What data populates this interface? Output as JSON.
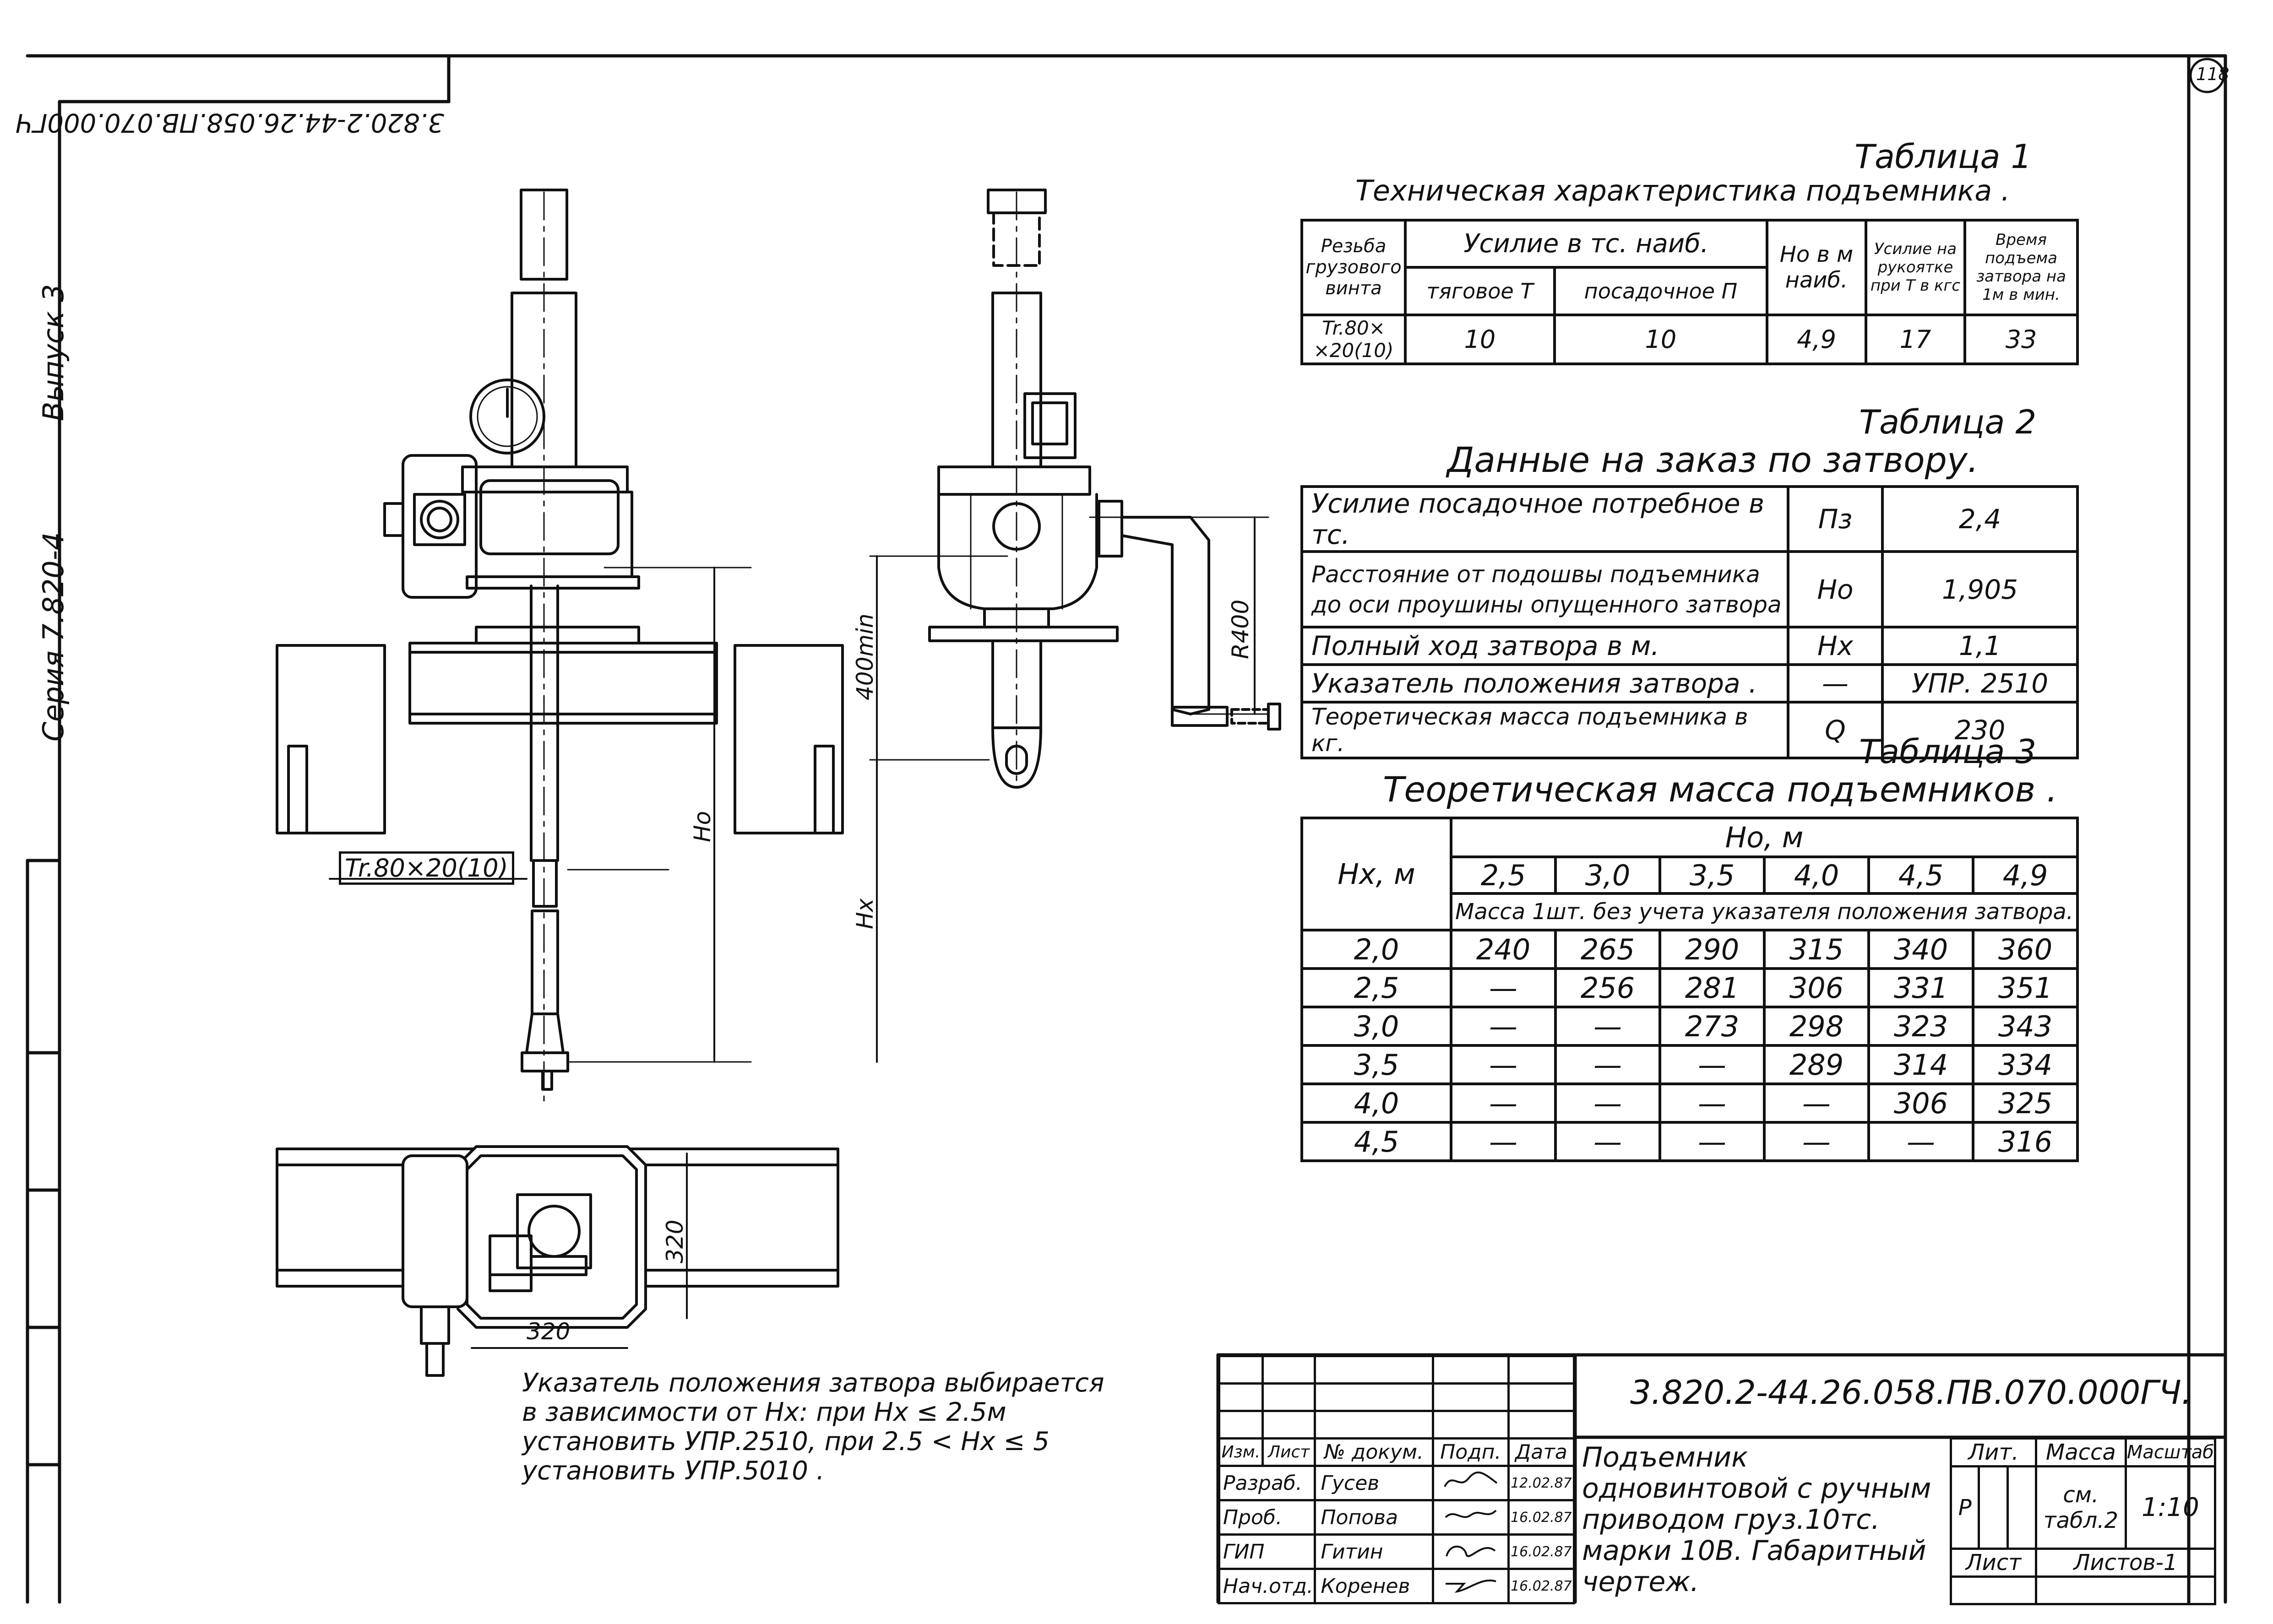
{
  "sheet_number": "118",
  "doc_code_top": "3.820.2-44.26.058.ПВ.070.000ГЧ",
  "margin": {
    "series": "Серия 7.820-4",
    "issue": "Выпуск 3"
  },
  "drawing": {
    "dim_400min": "400min",
    "dim_r400": "R400",
    "dim_ho": "Но",
    "dim_hx": "Нх",
    "thread": "Tr.80×20(10)",
    "dim_320_h": "320",
    "dim_320_v": "320"
  },
  "note": "Указатель положения затвора выбирается в зависимости от Нх: при Нх ≤ 2.5м установить УПР.2510, при 2.5 < Нх ≤ 5 установить УПР.5010 .",
  "table1": {
    "caption": "Таблица 1",
    "title": "Техническая характеристика подъемника .",
    "h_thread": "Резьба грузового винта",
    "h_force": "Усилие в тс. наиб.",
    "h_traction": "тяговое Т",
    "h_landing": "посадочное П",
    "h_ho": "Но в м наиб.",
    "h_handle": "Усилие на рукоятке при Т в кгс",
    "h_time": "Время подъема затвора на 1м в мин.",
    "row": [
      "Tr.80× ×20(10)",
      "10",
      "10",
      "4,9",
      "17",
      "33"
    ]
  },
  "table2": {
    "caption": "Таблица 2",
    "title": "Данные на заказ по затвору.",
    "rows": [
      {
        "label": "Усилие посадочное потребное в тс.",
        "symbol": "Пз",
        "value": "2,4"
      },
      {
        "label": "Расстояние от подошвы подъемника до оси проушины опущенного затвора",
        "symbol": "Но",
        "value": "1,905"
      },
      {
        "label": "Полный ход затвора в м.",
        "symbol": "Нх",
        "value": "1,1"
      },
      {
        "label": "Указатель положения затвора .",
        "symbol": "—",
        "value": "УПР. 2510"
      },
      {
        "label": "Теоретическая масса подъемника в кг.",
        "symbol": "Q",
        "value": "230"
      }
    ]
  },
  "table3": {
    "caption": "Таблица 3",
    "title": "Теоретическая масса подъемников .",
    "h_hx": "Нх, м",
    "h_ho": "Но, м",
    "ho_values": [
      "2,5",
      "3,0",
      "3,5",
      "4,0",
      "4,5",
      "4,9"
    ],
    "h_mass": "Масса 1шт. без учета указателя положения затвора.",
    "rows": [
      {
        "hx": "2,0",
        "v": [
          "240",
          "265",
          "290",
          "315",
          "340",
          "360"
        ]
      },
      {
        "hx": "2,5",
        "v": [
          "—",
          "256",
          "281",
          "306",
          "331",
          "351"
        ]
      },
      {
        "hx": "3,0",
        "v": [
          "—",
          "—",
          "273",
          "298",
          "323",
          "343"
        ]
      },
      {
        "hx": "3,5",
        "v": [
          "—",
          "—",
          "—",
          "289",
          "314",
          "334"
        ]
      },
      {
        "hx": "4,0",
        "v": [
          "—",
          "—",
          "—",
          "—",
          "306",
          "325"
        ]
      },
      {
        "hx": "4,5",
        "v": [
          "—",
          "—",
          "—",
          "—",
          "—",
          "316"
        ]
      }
    ]
  },
  "title_block": {
    "doc_code": "3.820.2-44.26.058.ПВ.070.000ГЧ.",
    "title": "Подъемник одновинтовой с ручным приводом груз.10тс. марки 10В. Габаритный чертеж.",
    "h_izm": "Изм.",
    "h_list": "Лист",
    "h_doc": "№ докум.",
    "h_sign": "Подп.",
    "h_date": "Дата",
    "people": [
      {
        "role": "Разраб.",
        "name": "Гусев",
        "date": "12.02.87"
      },
      {
        "role": "Проб.",
        "name": "Попова",
        "date": "16.02.87"
      },
      {
        "role": "ГИП",
        "name": "Гитин",
        "date": "16.02.87"
      },
      {
        "role": "Нач.отд.",
        "name": "Коренев",
        "date": "16.02.87"
      }
    ],
    "h_lit": "Лит.",
    "h_mass": "Масса",
    "h_scale": "Масштаб",
    "lit_value": "Р",
    "mass_value": "см. табл.2",
    "scale_value": "1:10",
    "h_sheet": "Лист",
    "h_sheets": "Листов-1"
  }
}
